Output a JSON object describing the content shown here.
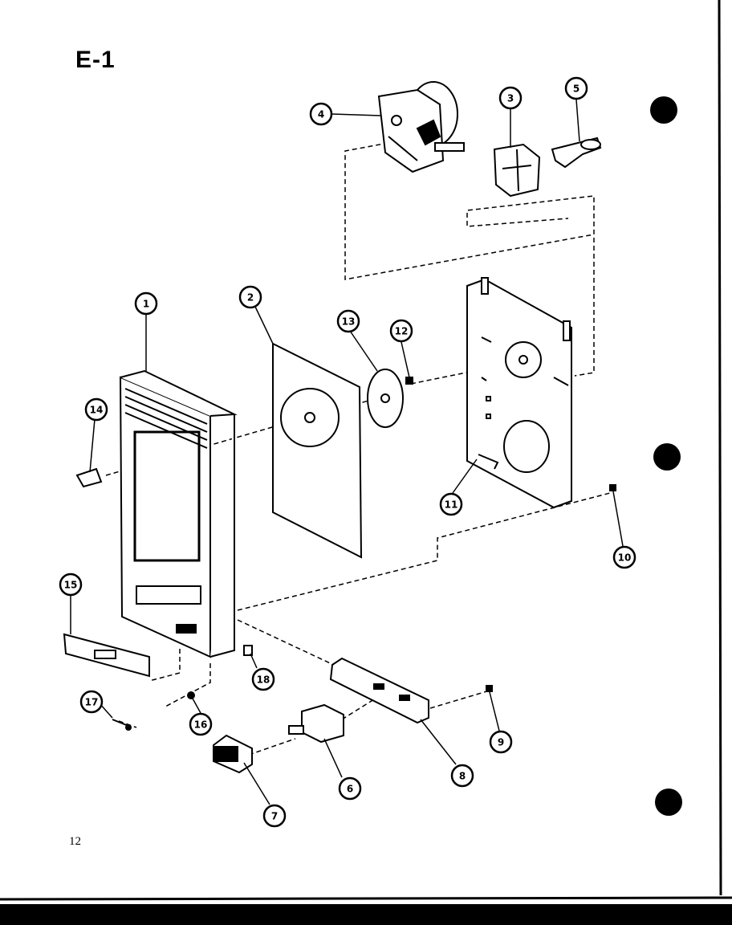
{
  "page": {
    "title": "E-1",
    "page_number": "12"
  },
  "callouts": [
    {
      "id": "callout-1",
      "label": "1"
    },
    {
      "id": "callout-2",
      "label": "2"
    },
    {
      "id": "callout-3",
      "label": "3"
    },
    {
      "id": "callout-4",
      "label": "4"
    },
    {
      "id": "callout-5",
      "label": "5"
    },
    {
      "id": "callout-6",
      "label": "6"
    },
    {
      "id": "callout-7",
      "label": "7"
    },
    {
      "id": "callout-8",
      "label": "8"
    },
    {
      "id": "callout-9",
      "label": "9"
    },
    {
      "id": "callout-10",
      "label": "10"
    },
    {
      "id": "callout-11",
      "label": "11"
    },
    {
      "id": "callout-12",
      "label": "12"
    },
    {
      "id": "callout-13",
      "label": "13"
    },
    {
      "id": "callout-14",
      "label": "14"
    },
    {
      "id": "callout-15",
      "label": "15"
    },
    {
      "id": "callout-16",
      "label": "16"
    },
    {
      "id": "callout-17",
      "label": "17"
    },
    {
      "id": "callout-18",
      "label": "18"
    }
  ]
}
